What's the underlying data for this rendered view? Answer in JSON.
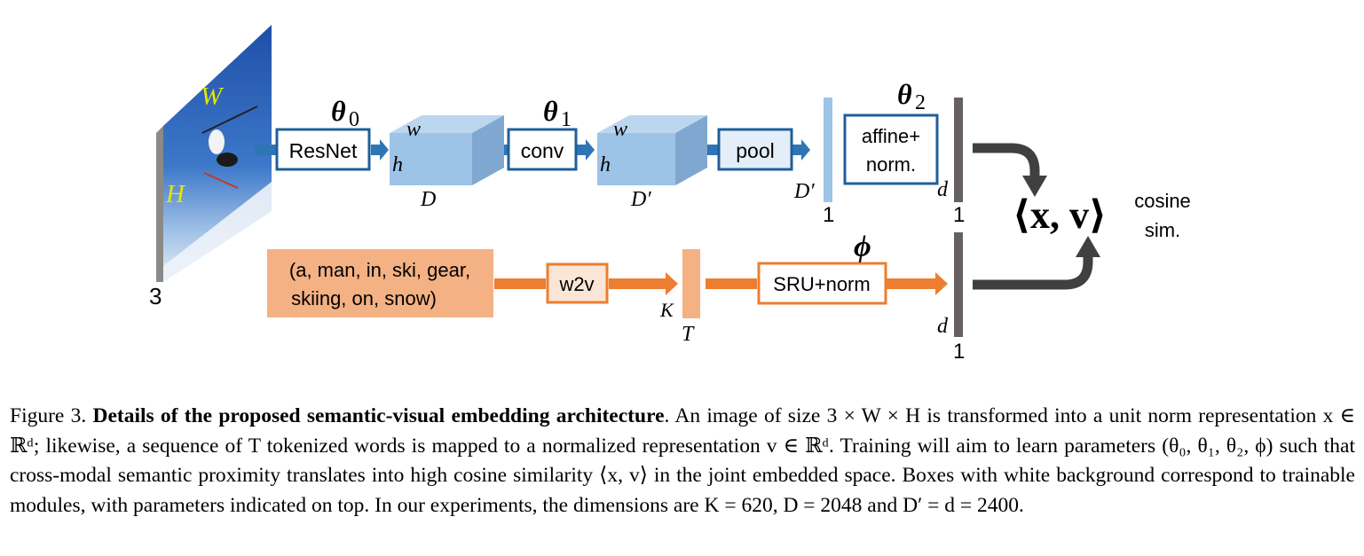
{
  "image": {
    "channels_label": "3",
    "width_label": "W",
    "height_label": "H"
  },
  "params": {
    "theta0": "θ",
    "theta0_sub": "0",
    "theta1": "θ",
    "theta1_sub": "1",
    "theta2": "θ",
    "theta2_sub": "2",
    "phi": "ϕ"
  },
  "modules": {
    "resnet": "ResNet",
    "conv": "conv",
    "pool": "pool",
    "affine_line1": "affine+",
    "affine_line2": "norm.",
    "w2v": "w2v",
    "sru": "SRU+norm"
  },
  "tensors": {
    "block1_w": "w",
    "block1_h": "h",
    "block1_depth": "D",
    "block2_w": "w",
    "block2_h": "h",
    "block2_depth": "D′",
    "pooled_dim": "D′",
    "pooled_one": "1",
    "visual_dim": "d",
    "visual_one": "1",
    "text_dim": "d",
    "text_one": "1",
    "token_k": "K",
    "token_t": "T"
  },
  "text_input": {
    "line1": "(a, man, in, ski, gear,",
    "line2": "skiing, on, snow)"
  },
  "similarity": {
    "formula": "⟨x, v⟩",
    "label_line1": "cosine",
    "label_line2": "sim."
  },
  "caption": {
    "figure_label": "Figure 3.",
    "title": "Details of the proposed semantic-visual embedding architecture",
    "body": ". An image of size 3 × W × H is transformed into a unit norm representation x ∈ ℝᵈ; likewise, a sequence of T tokenized words is mapped to a normalized representation v ∈ ℝᵈ. Training will aim to learn parameters (θ₀, θ₁, θ₂, ϕ) such that cross-modal semantic proximity translates into high cosine similarity ⟨x, v⟩ in the joint embedded space. Boxes with white background correspond to trainable modules, with parameters indicated on top. In our experiments, the dimensions are K = 620, D = 2048 and D′ = d = 2400."
  },
  "colors": {
    "blue_stroke": "#1f5f99",
    "blue_arrow": "#2e75b6",
    "light_blue": "#9dc3e6",
    "orange": "#ed7d31",
    "light_orange": "#f4b183",
    "dark_gray": "#666066",
    "arrow_gray": "#404040"
  }
}
